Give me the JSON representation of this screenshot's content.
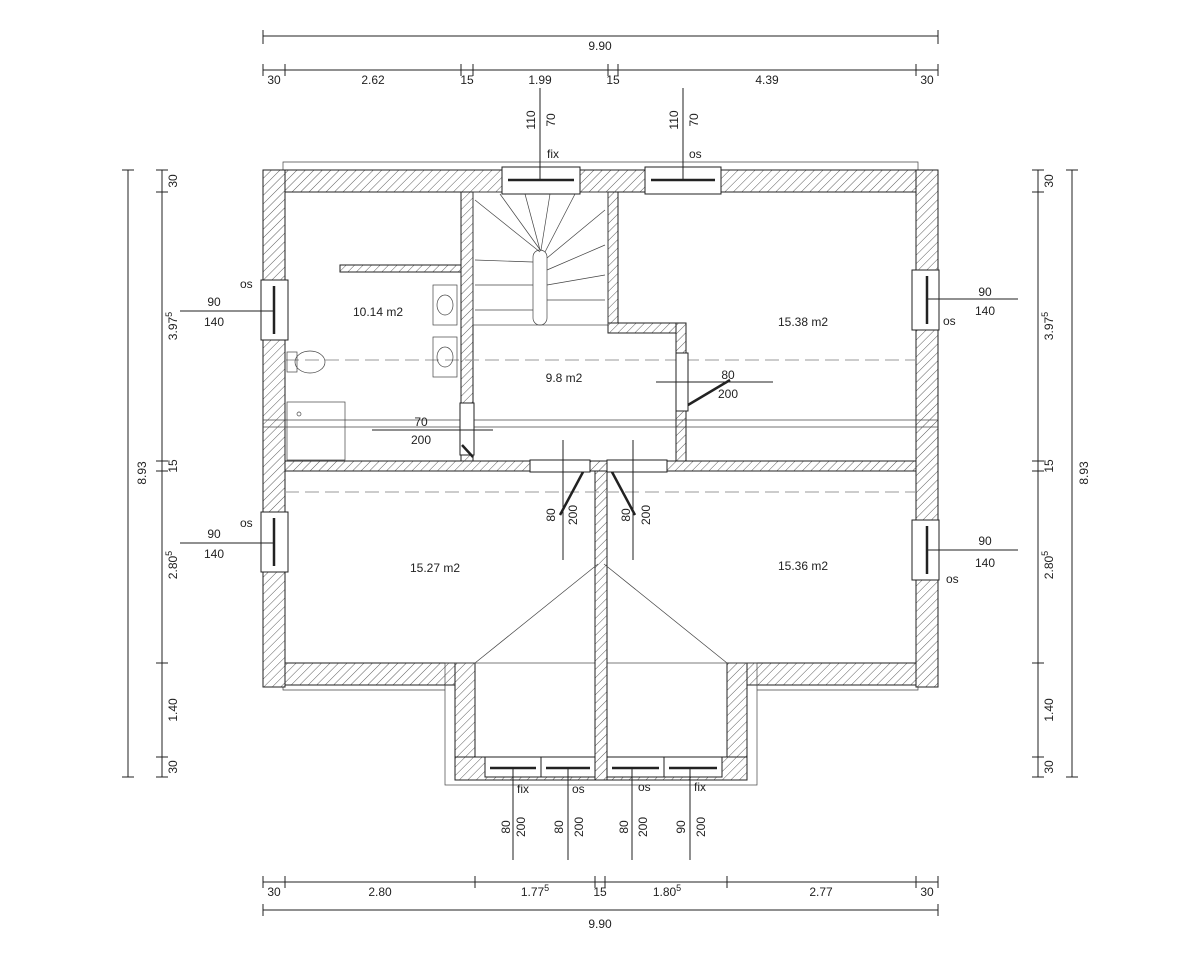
{
  "dimensions": {
    "top": {
      "overall": "9.90",
      "segments": [
        "30",
        "2.62",
        "15",
        "1.99",
        "15",
        "4.39",
        "30"
      ]
    },
    "bottom": {
      "overall": "9.90",
      "segments": [
        {
          "v": "30"
        },
        {
          "v": "2.80"
        },
        {
          "v": "1.77",
          "sup": "5"
        },
        {
          "v": "15"
        },
        {
          "v": "1.80",
          "sup": "5"
        },
        {
          "v": "2.77"
        },
        {
          "v": "30"
        }
      ]
    },
    "left": {
      "overall": "8.93",
      "segments": [
        {
          "v": "30"
        },
        {
          "v": "3.97",
          "sup": "5"
        },
        {
          "v": "15"
        },
        {
          "v": "2.80",
          "sup": "5"
        },
        {
          "v": "1.40"
        },
        {
          "v": "30"
        }
      ]
    },
    "right": {
      "overall": "8.93",
      "segments": [
        {
          "v": "30"
        },
        {
          "v": "3.97",
          "sup": "5"
        },
        {
          "v": "15"
        },
        {
          "v": "2.80",
          "sup": "5"
        },
        {
          "v": "1.40"
        },
        {
          "v": "30"
        }
      ]
    }
  },
  "rooms": [
    "10.14 m2",
    "9.8 m2",
    "15.38 m2",
    "15.27 m2",
    "15.36 m2"
  ],
  "windows": {
    "top": [
      {
        "type": "fix",
        "w": "110",
        "h": "70"
      },
      {
        "type": "os",
        "w": "110",
        "h": "70"
      }
    ],
    "left": [
      {
        "type": "os",
        "w": "90",
        "h": "140"
      },
      {
        "type": "os",
        "w": "90",
        "h": "140"
      }
    ],
    "right": [
      {
        "type": "os",
        "w": "90",
        "h": "140"
      },
      {
        "type": "os",
        "w": "90",
        "h": "140"
      }
    ],
    "bottom": [
      {
        "type": "fix",
        "w": "80",
        "h": "200"
      },
      {
        "type": "os",
        "w": "80",
        "h": "200"
      },
      {
        "type": "os",
        "w": "80",
        "h": "200"
      },
      {
        "type": "fix",
        "w": "90",
        "h": "200"
      }
    ]
  },
  "doors": [
    {
      "w": "70",
      "h": "200"
    },
    {
      "w": "80",
      "h": "200"
    },
    {
      "w": "80",
      "h": "200"
    },
    {
      "w": "80",
      "h": "200"
    }
  ]
}
